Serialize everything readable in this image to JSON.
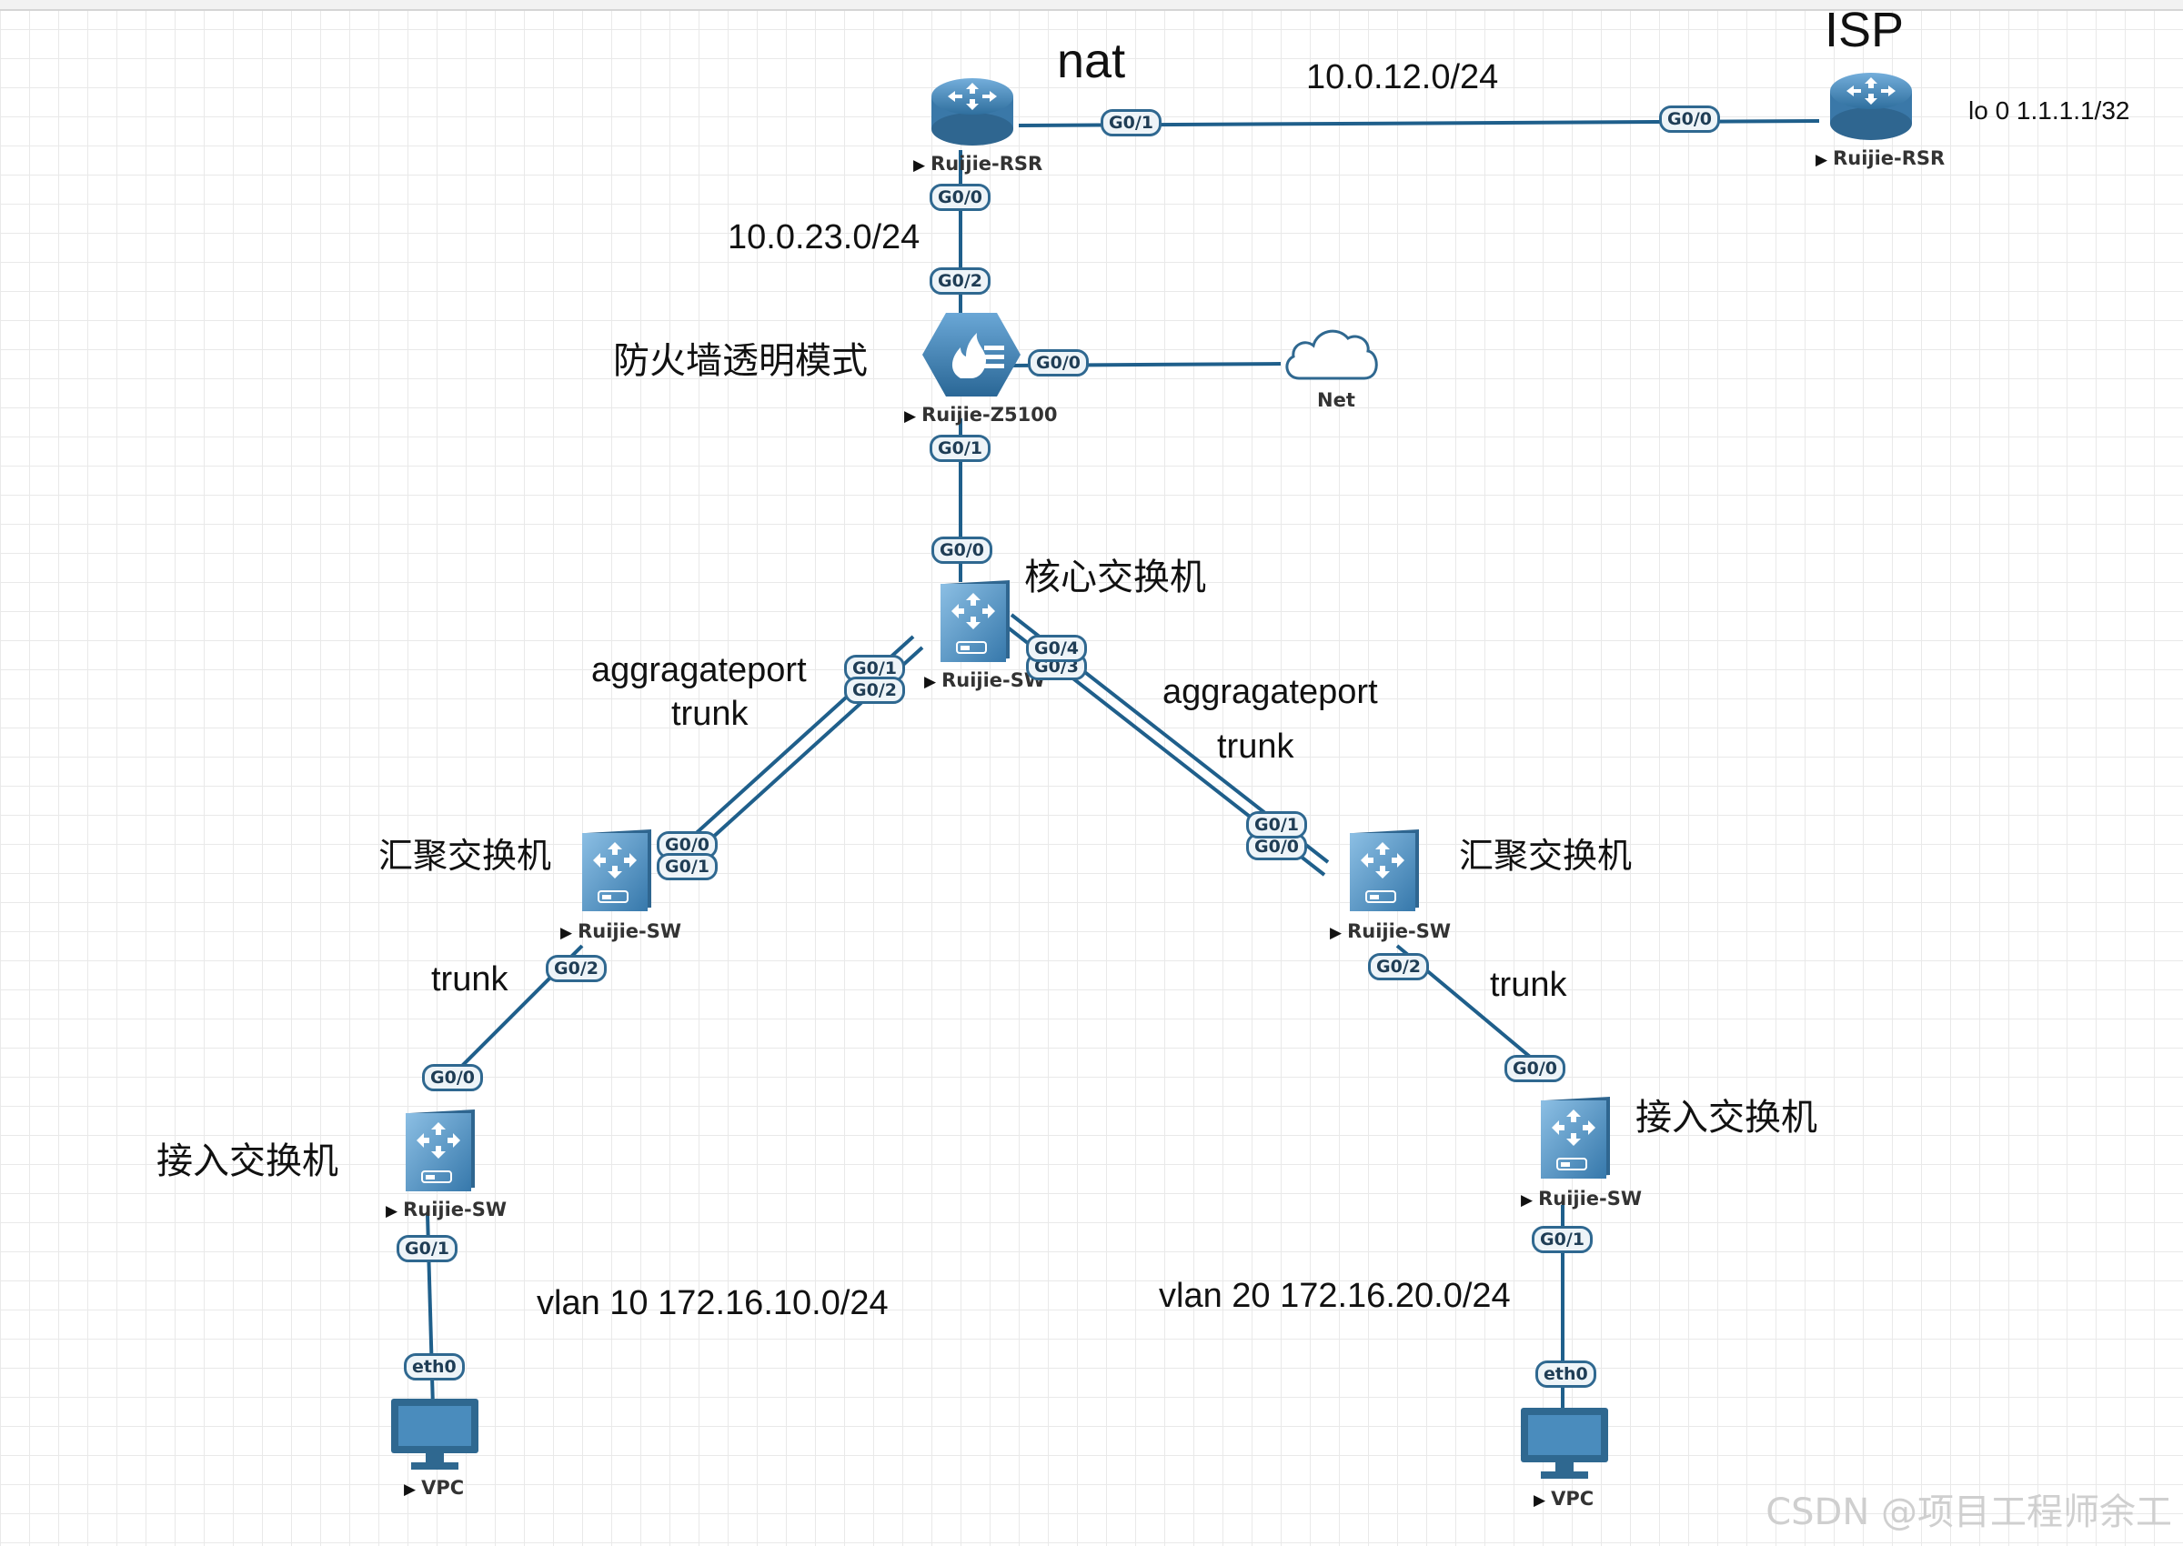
{
  "nodes": {
    "nat_router": {
      "label": "Ruijie-RSR",
      "icon": "router-icon"
    },
    "isp_router": {
      "label": "Ruijie-RSR",
      "icon": "router-icon"
    },
    "firewall": {
      "label": "Ruijie-Z5100",
      "icon": "firewall-icon"
    },
    "cloud": {
      "label": "Net",
      "icon": "cloud-icon"
    },
    "core_switch": {
      "label": "Ruijie-SW",
      "icon": "switch-icon"
    },
    "agg_left": {
      "label": "Ruijie-SW",
      "icon": "switch-icon"
    },
    "agg_right": {
      "label": "Ruijie-SW",
      "icon": "switch-icon"
    },
    "acc_left": {
      "label": "Ruijie-SW",
      "icon": "switch-icon"
    },
    "acc_right": {
      "label": "Ruijie-SW",
      "icon": "switch-icon"
    },
    "vpc_left": {
      "label": "VPC",
      "icon": "monitor-icon"
    },
    "vpc_right": {
      "label": "VPC",
      "icon": "monitor-icon"
    }
  },
  "ports": {
    "nat_g01": "G0/1",
    "isp_g00": "G0/0",
    "nat_g00": "G0/0",
    "fw_g02": "G0/2",
    "fw_g00": "G0/0",
    "fw_g01": "G0/1",
    "core_g00": "G0/0",
    "core_g01": "G0/1",
    "core_g02": "G0/2",
    "core_g04": "G0/4",
    "core_g03": "G0/3",
    "aggl_g00": "G0/0",
    "aggl_g01": "G0/1",
    "aggl_g02": "G0/2",
    "aggr_g01": "G0/1",
    "aggr_g00": "G0/0",
    "aggr_g02": "G0/2",
    "accl_g00": "G0/0",
    "accl_g01": "G0/1",
    "accr_g00": "G0/0",
    "accr_g01": "G0/1",
    "vpcl_eth0": "eth0",
    "vpcr_eth0": "eth0"
  },
  "annotations": {
    "nat": "nat",
    "isp": "ISP",
    "wan_subnet": "10.0.12.0/24",
    "loopback": "lo 0 1.1.1.1/32",
    "fw_subnet": "10.0.23.0/24",
    "fw_mode": "防火墙透明模式",
    "core": "核心交换机",
    "agg_port_left": "aggragateport",
    "trunk_left_upper": "trunk",
    "agg_port_right": "aggragateport",
    "trunk_right_upper": "trunk",
    "agg_left_name": "汇聚交换机",
    "agg_right_name": "汇聚交换机",
    "trunk_left_lower": "trunk",
    "trunk_right_lower": "trunk",
    "acc_left_name": "接入交换机",
    "acc_right_name": "接入交换机",
    "vlan10": "vlan 10 172.16.10.0/24",
    "vlan20": "vlan 20 172.16.20.0/24"
  },
  "watermark": "CSDN @项目工程师余工",
  "colors": {
    "link": "#1f5f8b",
    "device": "#3f85b8",
    "port_border": "#2f6890"
  }
}
